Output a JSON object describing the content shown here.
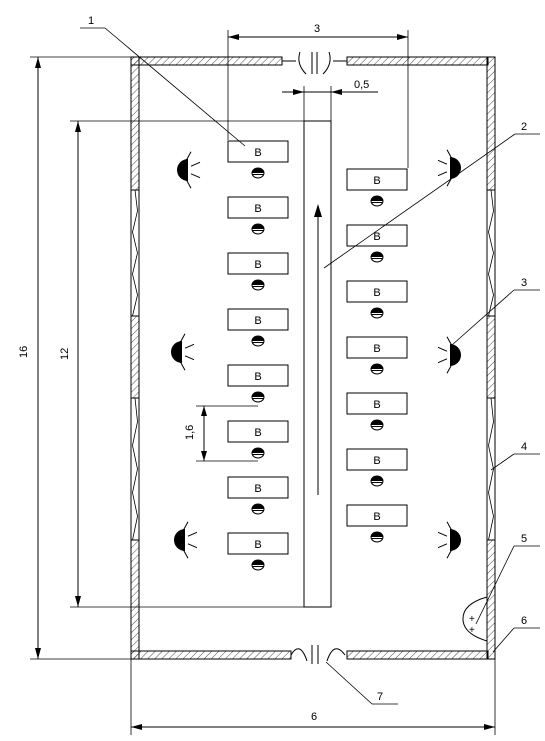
{
  "dimensions": {
    "total_height": "16",
    "row_length": "12",
    "total_width": "6",
    "door_spacing": "3",
    "passage_width": "0,5",
    "row_pitch": "1,6"
  },
  "callouts": [
    "1",
    "2",
    "3",
    "4",
    "5",
    "6",
    "7"
  ],
  "desk_label": "В",
  "left_desks": 8,
  "right_desks": 7,
  "colors": {
    "line": "#000000",
    "background": "#ffffff"
  }
}
